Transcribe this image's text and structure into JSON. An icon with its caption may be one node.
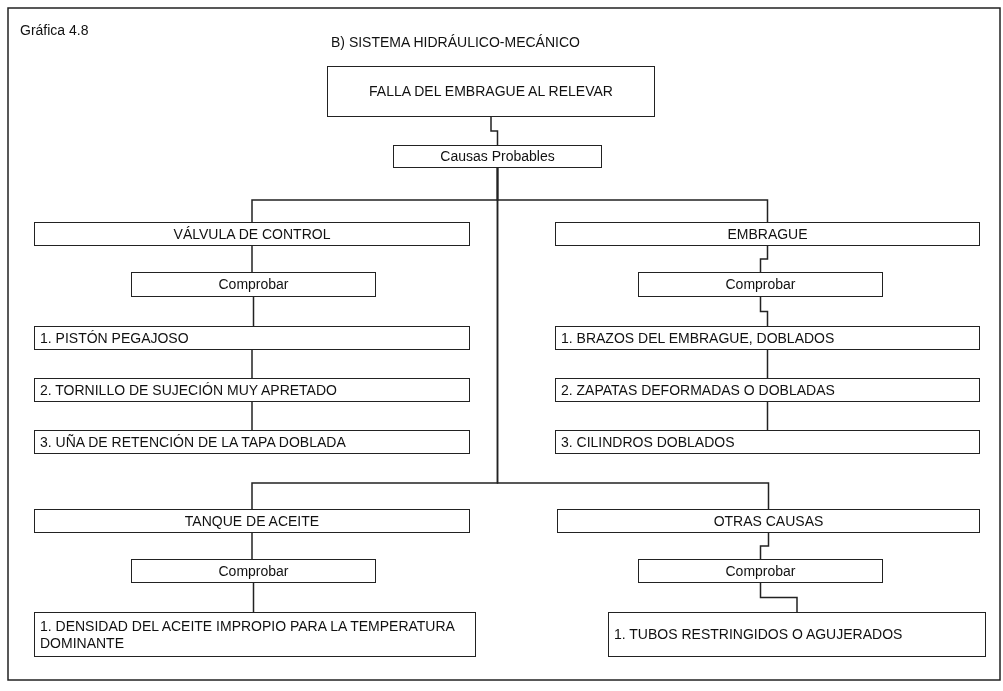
{
  "diagram": {
    "title": "B) SISTEMA HIDRÁULICO-MECÁNICO",
    "nodes": [
      {
        "text": [
          "FALLA DEL EMBRAGUE AL RELEVAR"
        ]
      },
      {
        "text": [
          "Causas Probables"
        ]
      },
      {
        "text": [
          "VÁLVULA DE CONTROL"
        ]
      },
      {
        "text": [
          "Comprobar"
        ]
      },
      {
        "text": [
          "1. PISTÓN PEGAJOSO"
        ]
      },
      {
        "text": [
          "2. TORNILLO DE SUJECIÓN MUY APRETADO"
        ]
      },
      {
        "text": [
          "3. UÑA DE RETENCIÓN DE LA TAPA DOBLADA"
        ]
      },
      {
        "text": [
          "EMBRAGUE"
        ]
      },
      {
        "text": [
          "Comprobar"
        ]
      },
      {
        "text": [
          "1. BRAZOS DEL EMBRAGUE, DOBLADOS"
        ]
      },
      {
        "text": [
          "2. ZAPATAS DEFORMADAS O DOBLADAS"
        ]
      },
      {
        "text": [
          "3. CILINDROS DOBLADOS"
        ]
      },
      {
        "text": [
          "TANQUE DE ACEITE"
        ]
      },
      {
        "text": [
          "Comprobar"
        ]
      },
      {
        "text": [
          "1. DENSIDAD DEL ACEITE IMPROPIO PARA LA TEMPERATURA DOMINANTE"
        ]
      },
      {
        "text": [
          "OTRAS CAUSAS"
        ]
      },
      {
        "text": [
          "Comprobar"
        ]
      },
      {
        "text": [
          "1. TUBOS RESTRINGIDOS O AGUJERADOS"
        ]
      }
    ],
    "edges": [
      {
        "from": 0,
        "to": 1,
        "arrow": "none"
      },
      {
        "from": 1,
        "to": 2,
        "arrow": "none"
      },
      {
        "from": 1,
        "to": 7,
        "arrow": "none"
      },
      {
        "from": 2,
        "to": 3,
        "arrow": "none"
      },
      {
        "from": 3,
        "to": 4,
        "arrow": "none"
      },
      {
        "from": 4,
        "to": 5,
        "arrow": "none"
      },
      {
        "from": 5,
        "to": 6,
        "arrow": "none"
      },
      {
        "from": 7,
        "to": 8,
        "arrow": "none"
      },
      {
        "from": 8,
        "to": 9,
        "arrow": "none"
      },
      {
        "from": 9,
        "to": 10,
        "arrow": "none"
      },
      {
        "from": 10,
        "to": 11,
        "arrow": "none"
      },
      {
        "from": 1,
        "to": 12,
        "arrow": "none"
      },
      {
        "from": 1,
        "to": 15,
        "arrow": "none"
      },
      {
        "from": 12,
        "to": 13,
        "arrow": "none"
      },
      {
        "from": 13,
        "to": 14,
        "arrow": "none"
      },
      {
        "from": 15,
        "to": 16,
        "arrow": "none"
      },
      {
        "from": 16,
        "to": 17,
        "arrow": "none"
      }
    ],
    "labels": [
      "Gráfica 4.8"
    ]
  }
}
